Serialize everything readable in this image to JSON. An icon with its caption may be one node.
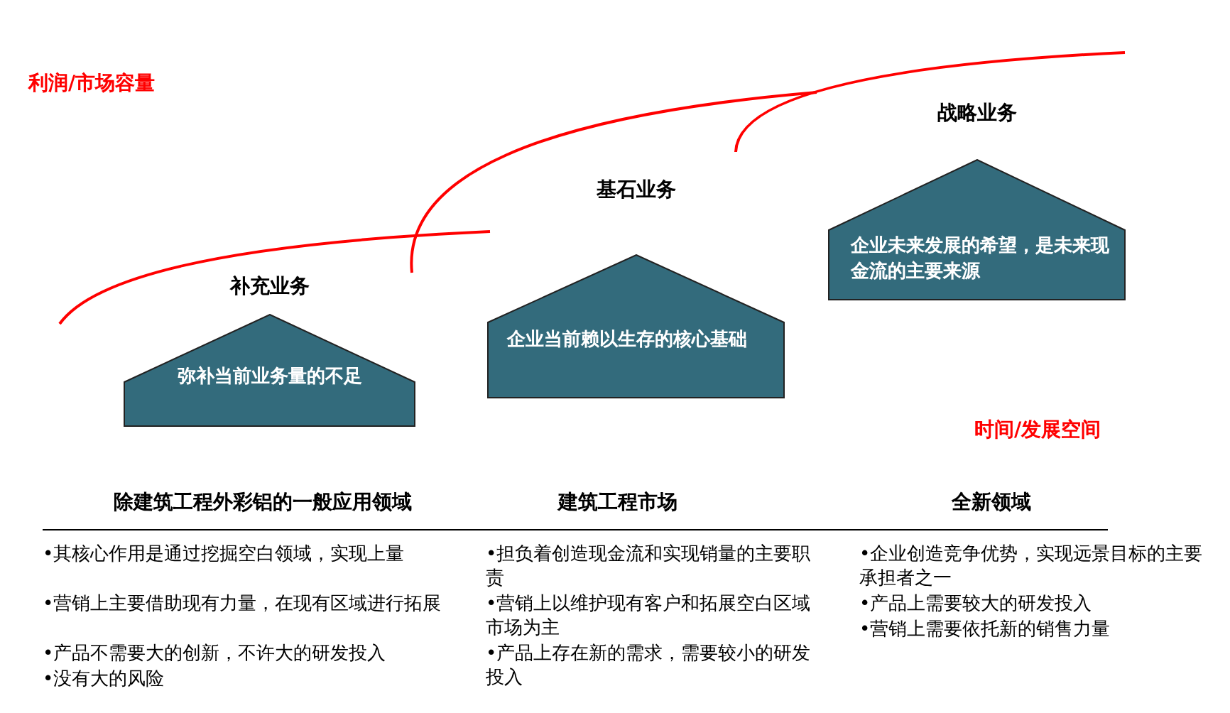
{
  "diagram": {
    "nodes": [
      {
        "text": [
          "补充业务",
          "弥补当前业务量的不足"
        ]
      },
      {
        "text": [
          "基石业务",
          "企业当前赖以生存的核心基础"
        ]
      },
      {
        "text": [
          "战略业务",
          "企业未来发展的希望，是未来现金流的主要来源"
        ]
      }
    ],
    "labels": [
      "利润/市场容量",
      "时间/发展空间",
      "除建筑工程外彩铝的一般应用领域",
      "建筑工程市场",
      "全新领域",
      "•其核心作用是通过挖掘空白领域，实现上量",
      "•营销上主要借助现有力量，在现有区域进行拓展",
      "•产品不需要大的创新，不许大的研发投入",
      "•没有大的风险",
      "•担负着创造现金流和实现销量的主要职责",
      "•营销上以维护现有客户和拓展空白区域市场为主",
      "•产品上存在新的需求，需要较小的研发投入",
      "•企业创造竞争优势，实现远景目标的主要承担者之一",
      "•产品上需要较大的研发投入",
      "•营销上需要依托新的销售力量"
    ]
  }
}
